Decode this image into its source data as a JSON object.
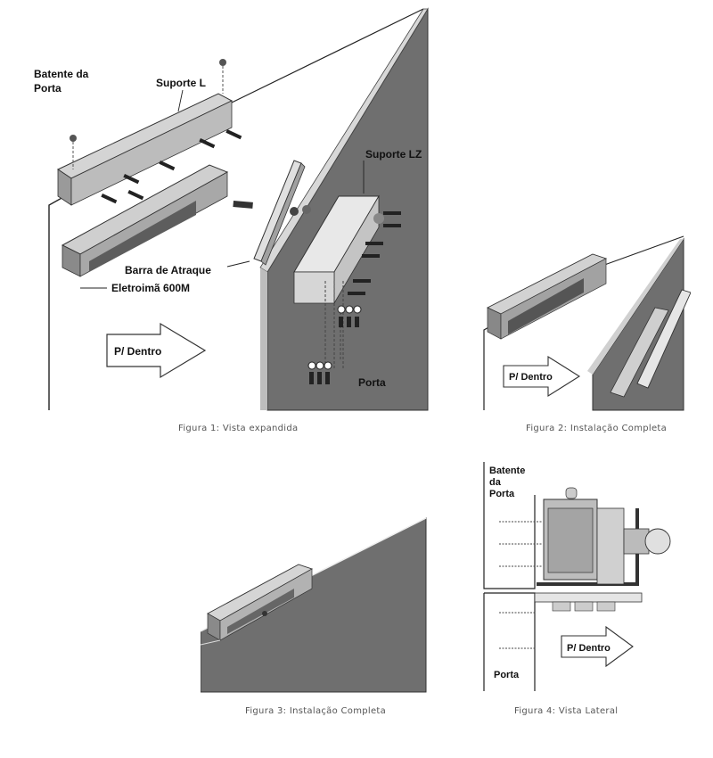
{
  "figures": [
    {
      "caption": "Figura 1: Vista expandida",
      "labels": {
        "batente": [
          "Batente da",
          "Porta"
        ],
        "suporte_l": "Suporte L",
        "suporte_lz": "Suporte LZ",
        "barra": "Barra de Atraque",
        "eletroima": "Eletroimã 600M",
        "porta": "Porta",
        "arrow": "P/ Dentro"
      }
    },
    {
      "caption": "Figura 2: Instalação Completa",
      "labels": {
        "arrow": "P/ Dentro"
      }
    },
    {
      "caption": "Figura 3: Instalação Completa"
    },
    {
      "caption": "Figura 4: Vista Lateral",
      "labels": {
        "batente": [
          "Batente",
          "da",
          "Porta"
        ],
        "porta": "Porta",
        "arrow": "P/ Dentro"
      }
    }
  ]
}
